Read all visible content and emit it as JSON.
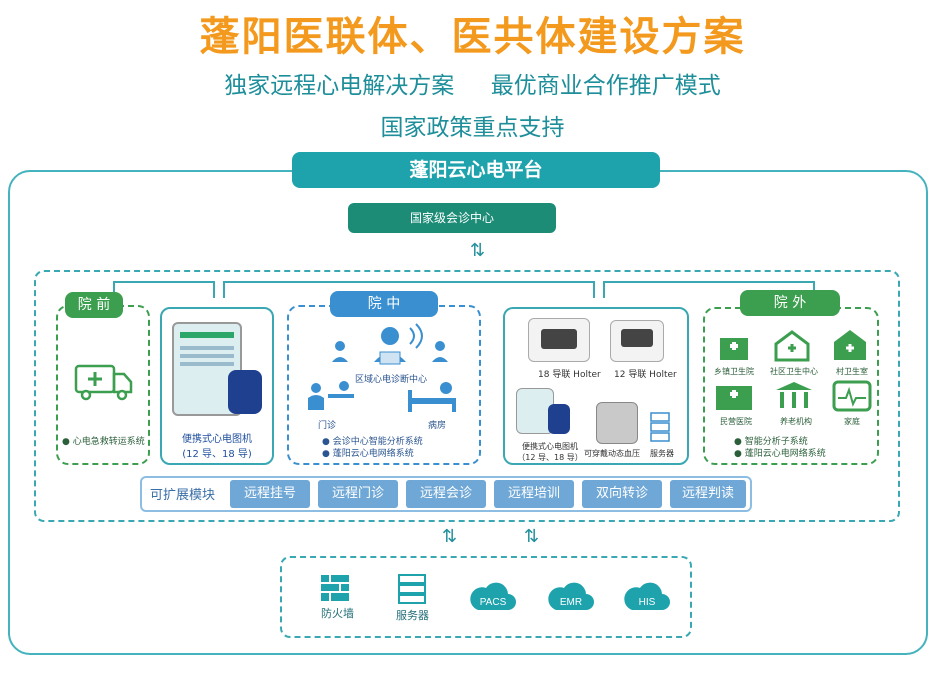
{
  "title": "蓬阳医联体、医共体建设方案",
  "subtitle1": "独家远程心电解决方案     最优商业合作推广模式",
  "subtitle2": "国家政策重点支持",
  "platform": "蓬阳云心电平台",
  "national_center": "国家级会诊中心",
  "prehospital": {
    "tag": "院 前",
    "item": "心电急救转运系统",
    "icon": "ambulance-icon"
  },
  "portable": {
    "caption": "便携式心电图机\n(12 导、18 导)"
  },
  "inhospital": {
    "tag": "院 中",
    "center_label": "区域心电诊断中心",
    "clinic": "门诊",
    "ward": "病房",
    "items": [
      "会诊中心智能分析系统",
      "蓬阳云心电网络系统"
    ]
  },
  "devices": {
    "holter18": "18 导联 Holter",
    "holter12": "12 导联 Holter",
    "portable_ecg": "便携式心电图机\n（12 导、18 导）",
    "abpm": "可穿戴动态血压",
    "server": "服务器"
  },
  "outside": {
    "tag": "院 外",
    "places": [
      "乡镇卫生院",
      "社区卫生中心",
      "村卫生室",
      "民营医院",
      "养老机构",
      "家庭"
    ],
    "items": [
      "智能分析子系统",
      "蓬阳云心电网络系统"
    ]
  },
  "modules": {
    "label": "可扩展模块",
    "items": [
      "远程挂号",
      "远程门诊",
      "远程会诊",
      "远程培训",
      "双向转诊",
      "远程判读"
    ]
  },
  "infra": [
    {
      "label": "防火墙",
      "icon": "firewall-icon"
    },
    {
      "label": "服务器",
      "icon": "server-icon"
    },
    {
      "label": "PACS",
      "icon": "cloud-pacs-icon"
    },
    {
      "label": "EMR",
      "icon": "cloud-emr-icon"
    },
    {
      "label": "HIS",
      "icon": "cloud-his-icon"
    }
  ],
  "colors": {
    "title": "#f39a1e",
    "teal": "#1ea3ad",
    "green": "#3c9e4f",
    "blue": "#3a8fd0"
  }
}
